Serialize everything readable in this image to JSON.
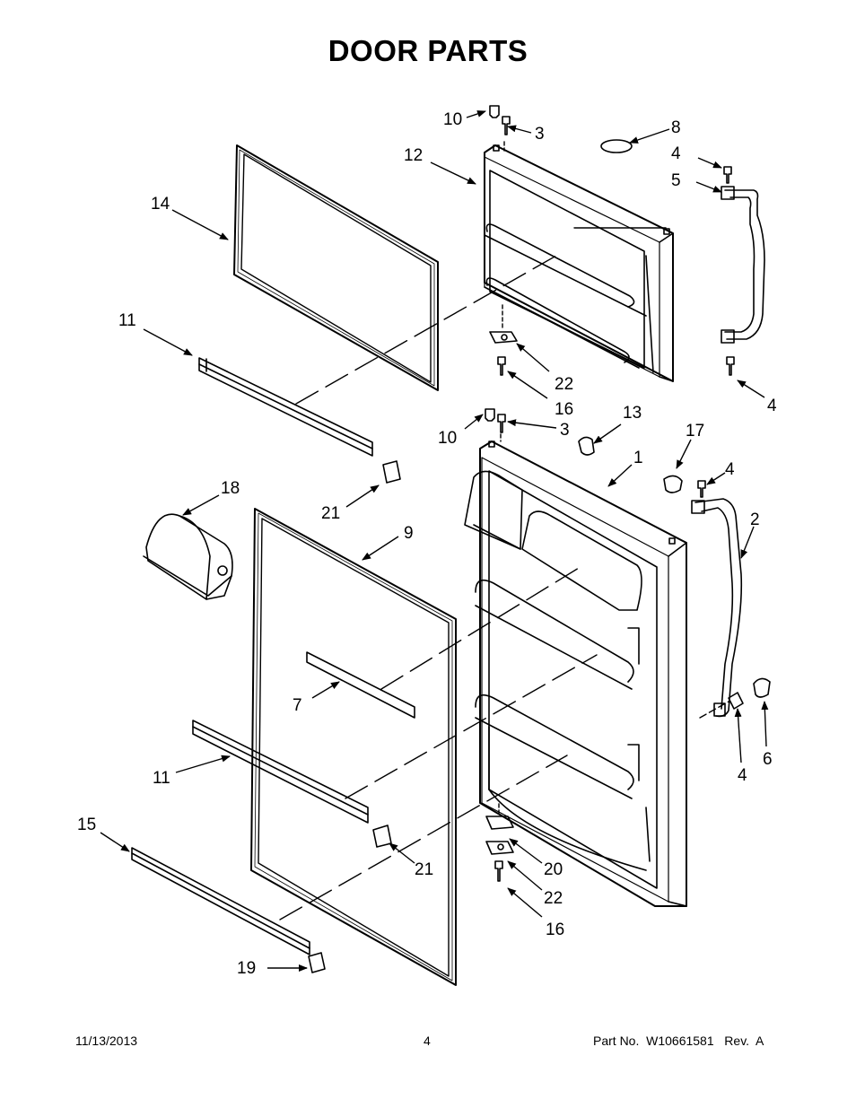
{
  "title": "DOOR PARTS",
  "footer": {
    "date": "11/13/2013",
    "page": "4",
    "part": "Part No.  W10661581   Rev.  A"
  },
  "callouts": {
    "c1": "1",
    "c2": "2",
    "c3a": "3",
    "c3b": "3",
    "c4a": "4",
    "c4b": "4",
    "c4c": "4",
    "c4d": "4",
    "c5": "5",
    "c6": "6",
    "c7": "7",
    "c8": "8",
    "c9": "9",
    "c10a": "10",
    "c10b": "10",
    "c11a": "11",
    "c11b": "11",
    "c12": "12",
    "c13": "13",
    "c14": "14",
    "c15": "15",
    "c16a": "16",
    "c16b": "16",
    "c17": "17",
    "c18": "18",
    "c19": "19",
    "c20": "20",
    "c21a": "21",
    "c21b": "21",
    "c22a": "22",
    "c22b": "22"
  }
}
